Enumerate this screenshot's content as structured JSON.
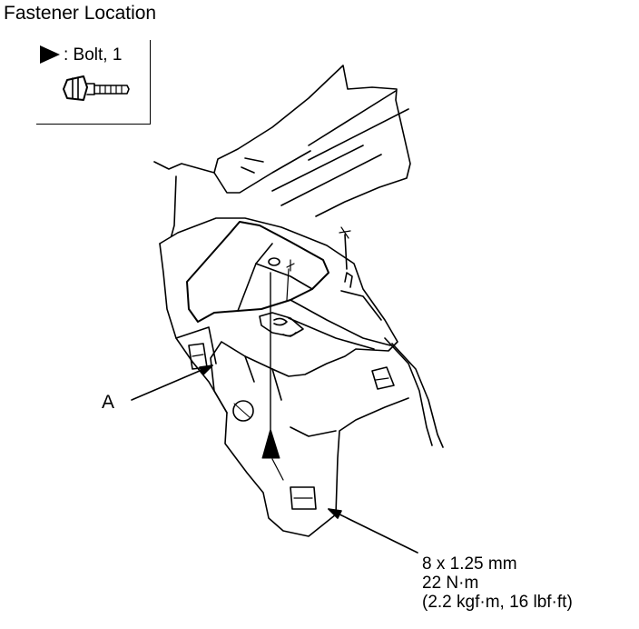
{
  "title": "Fastener Location",
  "legend": {
    "marker_icon": "triangle-marker-icon",
    "text": ": Bolt, 1",
    "bolt_icon": "bolt-icon"
  },
  "callouts": {
    "part_label": "A",
    "spec_lines": [
      "8 x 1.25 mm",
      "22 N·m",
      "(2.2 kgf·m, 16 lbf·ft)"
    ]
  }
}
